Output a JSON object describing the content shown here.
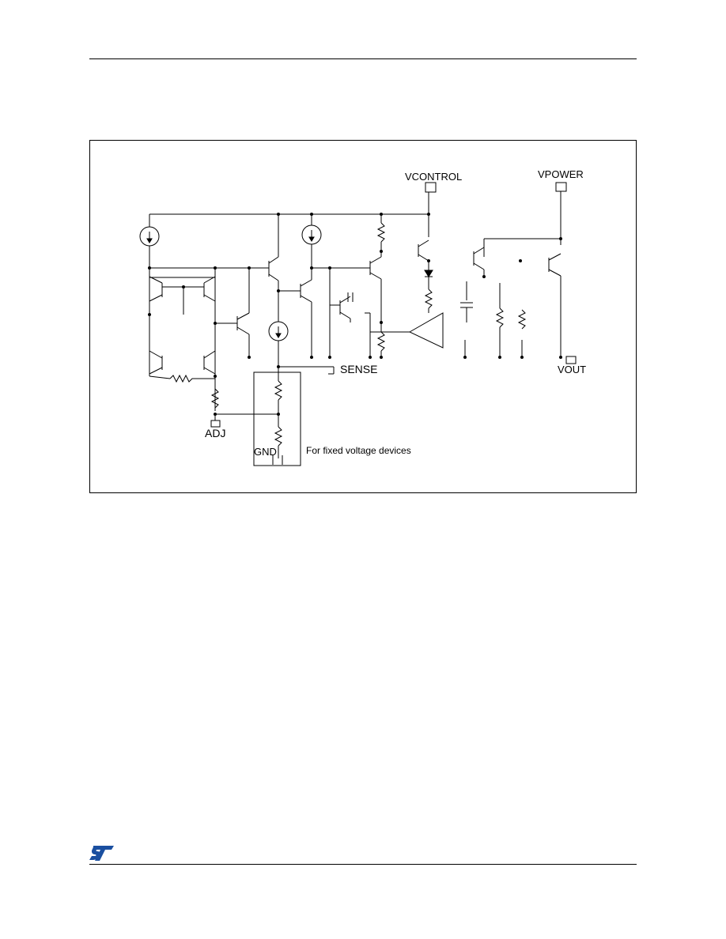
{
  "diagram": {
    "labels": {
      "vcontrol": "VCONTROL",
      "vpower": "VPOWER",
      "sense": "SENSE",
      "vout": "VOUT",
      "adj": "ADJ",
      "gnd": "GND",
      "fixed_note": "For fixed voltage devices"
    }
  },
  "logo": {
    "name": "st-logo",
    "color": "#1a4fa0"
  }
}
